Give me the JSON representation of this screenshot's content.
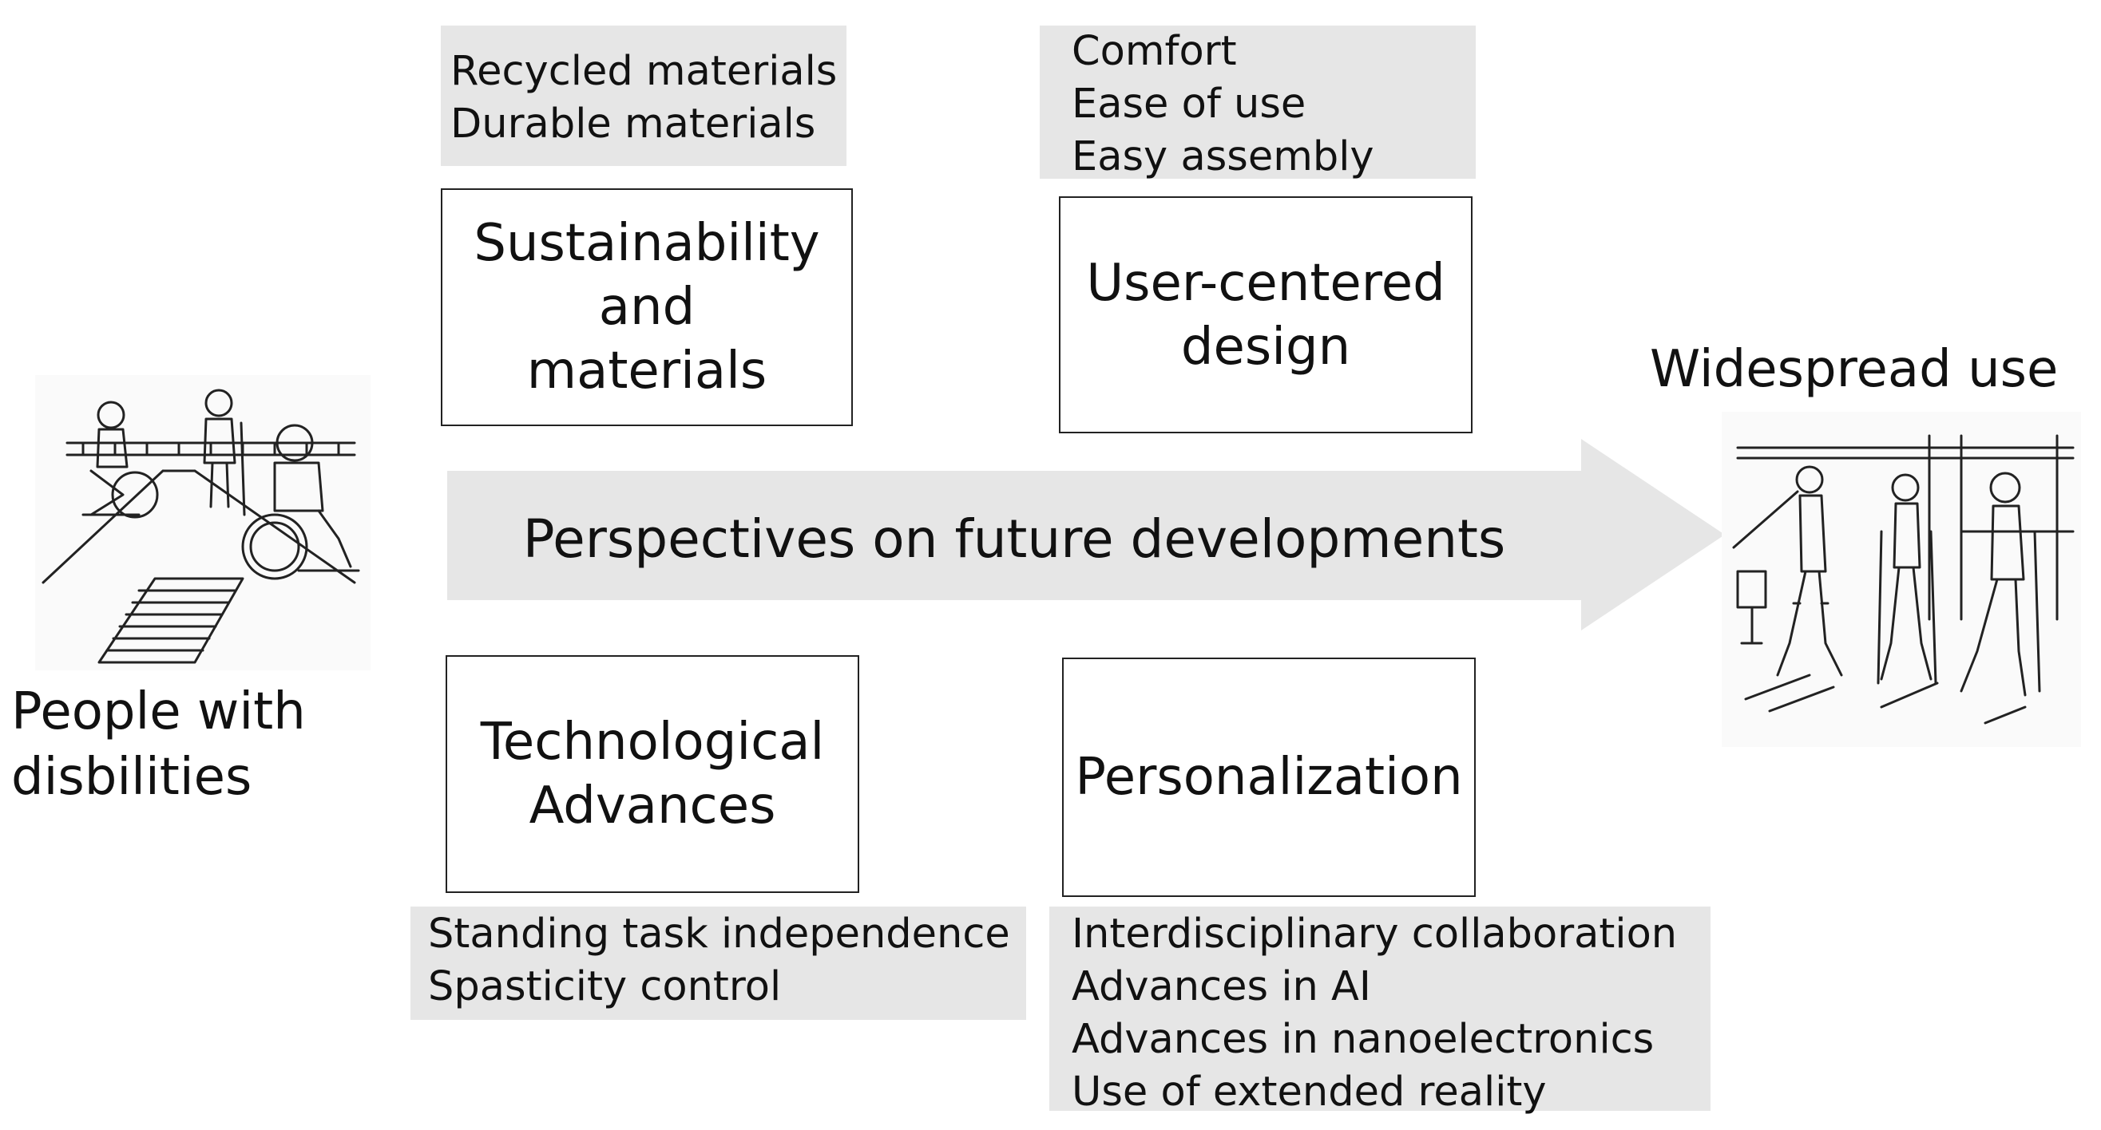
{
  "arrow": {
    "label": "Perspectives on future developments",
    "color": "#e6e6e6"
  },
  "left": {
    "lines": [
      "People with",
      "disbilities"
    ],
    "illustration_icon": "people-with-wheelchairs-illustration"
  },
  "right": {
    "title": "Widespread use",
    "illustration_icon": "people-walking-in-exoskeletons-illustration"
  },
  "topics": {
    "sustainability": {
      "title_lines": [
        "Sustainability",
        "and",
        "materials"
      ],
      "details": [
        "Recycled materials",
        "Durable materials"
      ]
    },
    "user_centered": {
      "title_lines": [
        "User-centered",
        "design"
      ],
      "details": [
        "Comfort",
        "Ease of use",
        "Easy assembly"
      ]
    },
    "technological": {
      "title_lines": [
        "Technological",
        "Advances"
      ],
      "details": [
        "Standing task independence",
        "Spasticity control"
      ]
    },
    "personalization": {
      "title_lines": [
        "Personalization"
      ],
      "details": [
        "Interdisciplinary collaboration",
        "Advances in AI",
        "Advances in nanoelectronics",
        "Use of extended reality"
      ]
    }
  }
}
